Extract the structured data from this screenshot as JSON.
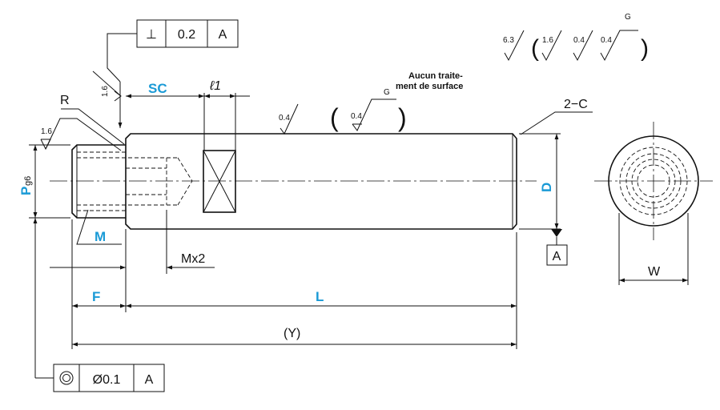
{
  "tolerance_top": {
    "symbol": "⊥",
    "value": "0.2",
    "datum": "A"
  },
  "tolerance_bottom": {
    "symbol": "◎",
    "value": "Ø0.1",
    "datum": "A"
  },
  "surface_finish_header": {
    "main": "6.3",
    "items": [
      "1.6",
      "0.4",
      "0.4"
    ],
    "grind": "G"
  },
  "note": {
    "line1": "Aucun traite-",
    "line2": "ment de surface"
  },
  "finish_marks": {
    "sc_shoulder": "1.6",
    "thread_end": "1.6",
    "shaft": "0.4",
    "ground": "0.4",
    "ground_letter": "G"
  },
  "dims": {
    "R": "R",
    "SC": "SC",
    "l1": "ℓ1",
    "chamfer": "2−C",
    "D": "D",
    "datum_A": "A",
    "P": "P",
    "P_tol": "g6",
    "M": "M",
    "Mx2": "Mx2",
    "F": "F",
    "L": "L",
    "Y": "(Y)",
    "W": "W"
  }
}
